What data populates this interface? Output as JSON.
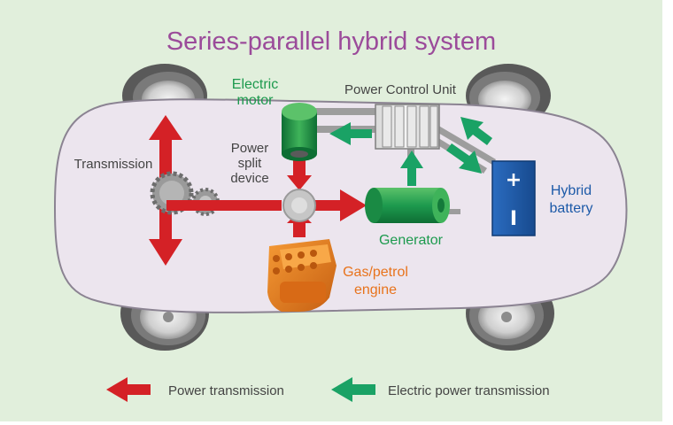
{
  "title": "Series-parallel hybrid system",
  "labels": {
    "electric_motor": [
      "Electric",
      "motor"
    ],
    "power_control_unit": "Power Control Unit",
    "power_split_device": [
      "Power",
      "split",
      "device"
    ],
    "transmission": "Transmission",
    "generator": "Generator",
    "hybrid_battery": [
      "Hybrid",
      "battery"
    ],
    "engine": [
      "Gas/petrol",
      "engine"
    ],
    "battery_plus": "+",
    "battery_minus": "I"
  },
  "legend": [
    {
      "label": "Power transmission",
      "color": "#d42126"
    },
    {
      "label": "Electric power transmission",
      "color": "#1aa265"
    }
  ],
  "colors": {
    "background": "#e1efdc",
    "car_body": "#ece5ee",
    "title": "#9b4b9a",
    "power_arrow": "#d42126",
    "electric_arrow": "#1aa265",
    "motor_green": "#1d9a4e",
    "battery_blue": "#1d5aa8",
    "engine_orange": "#e8731c"
  }
}
